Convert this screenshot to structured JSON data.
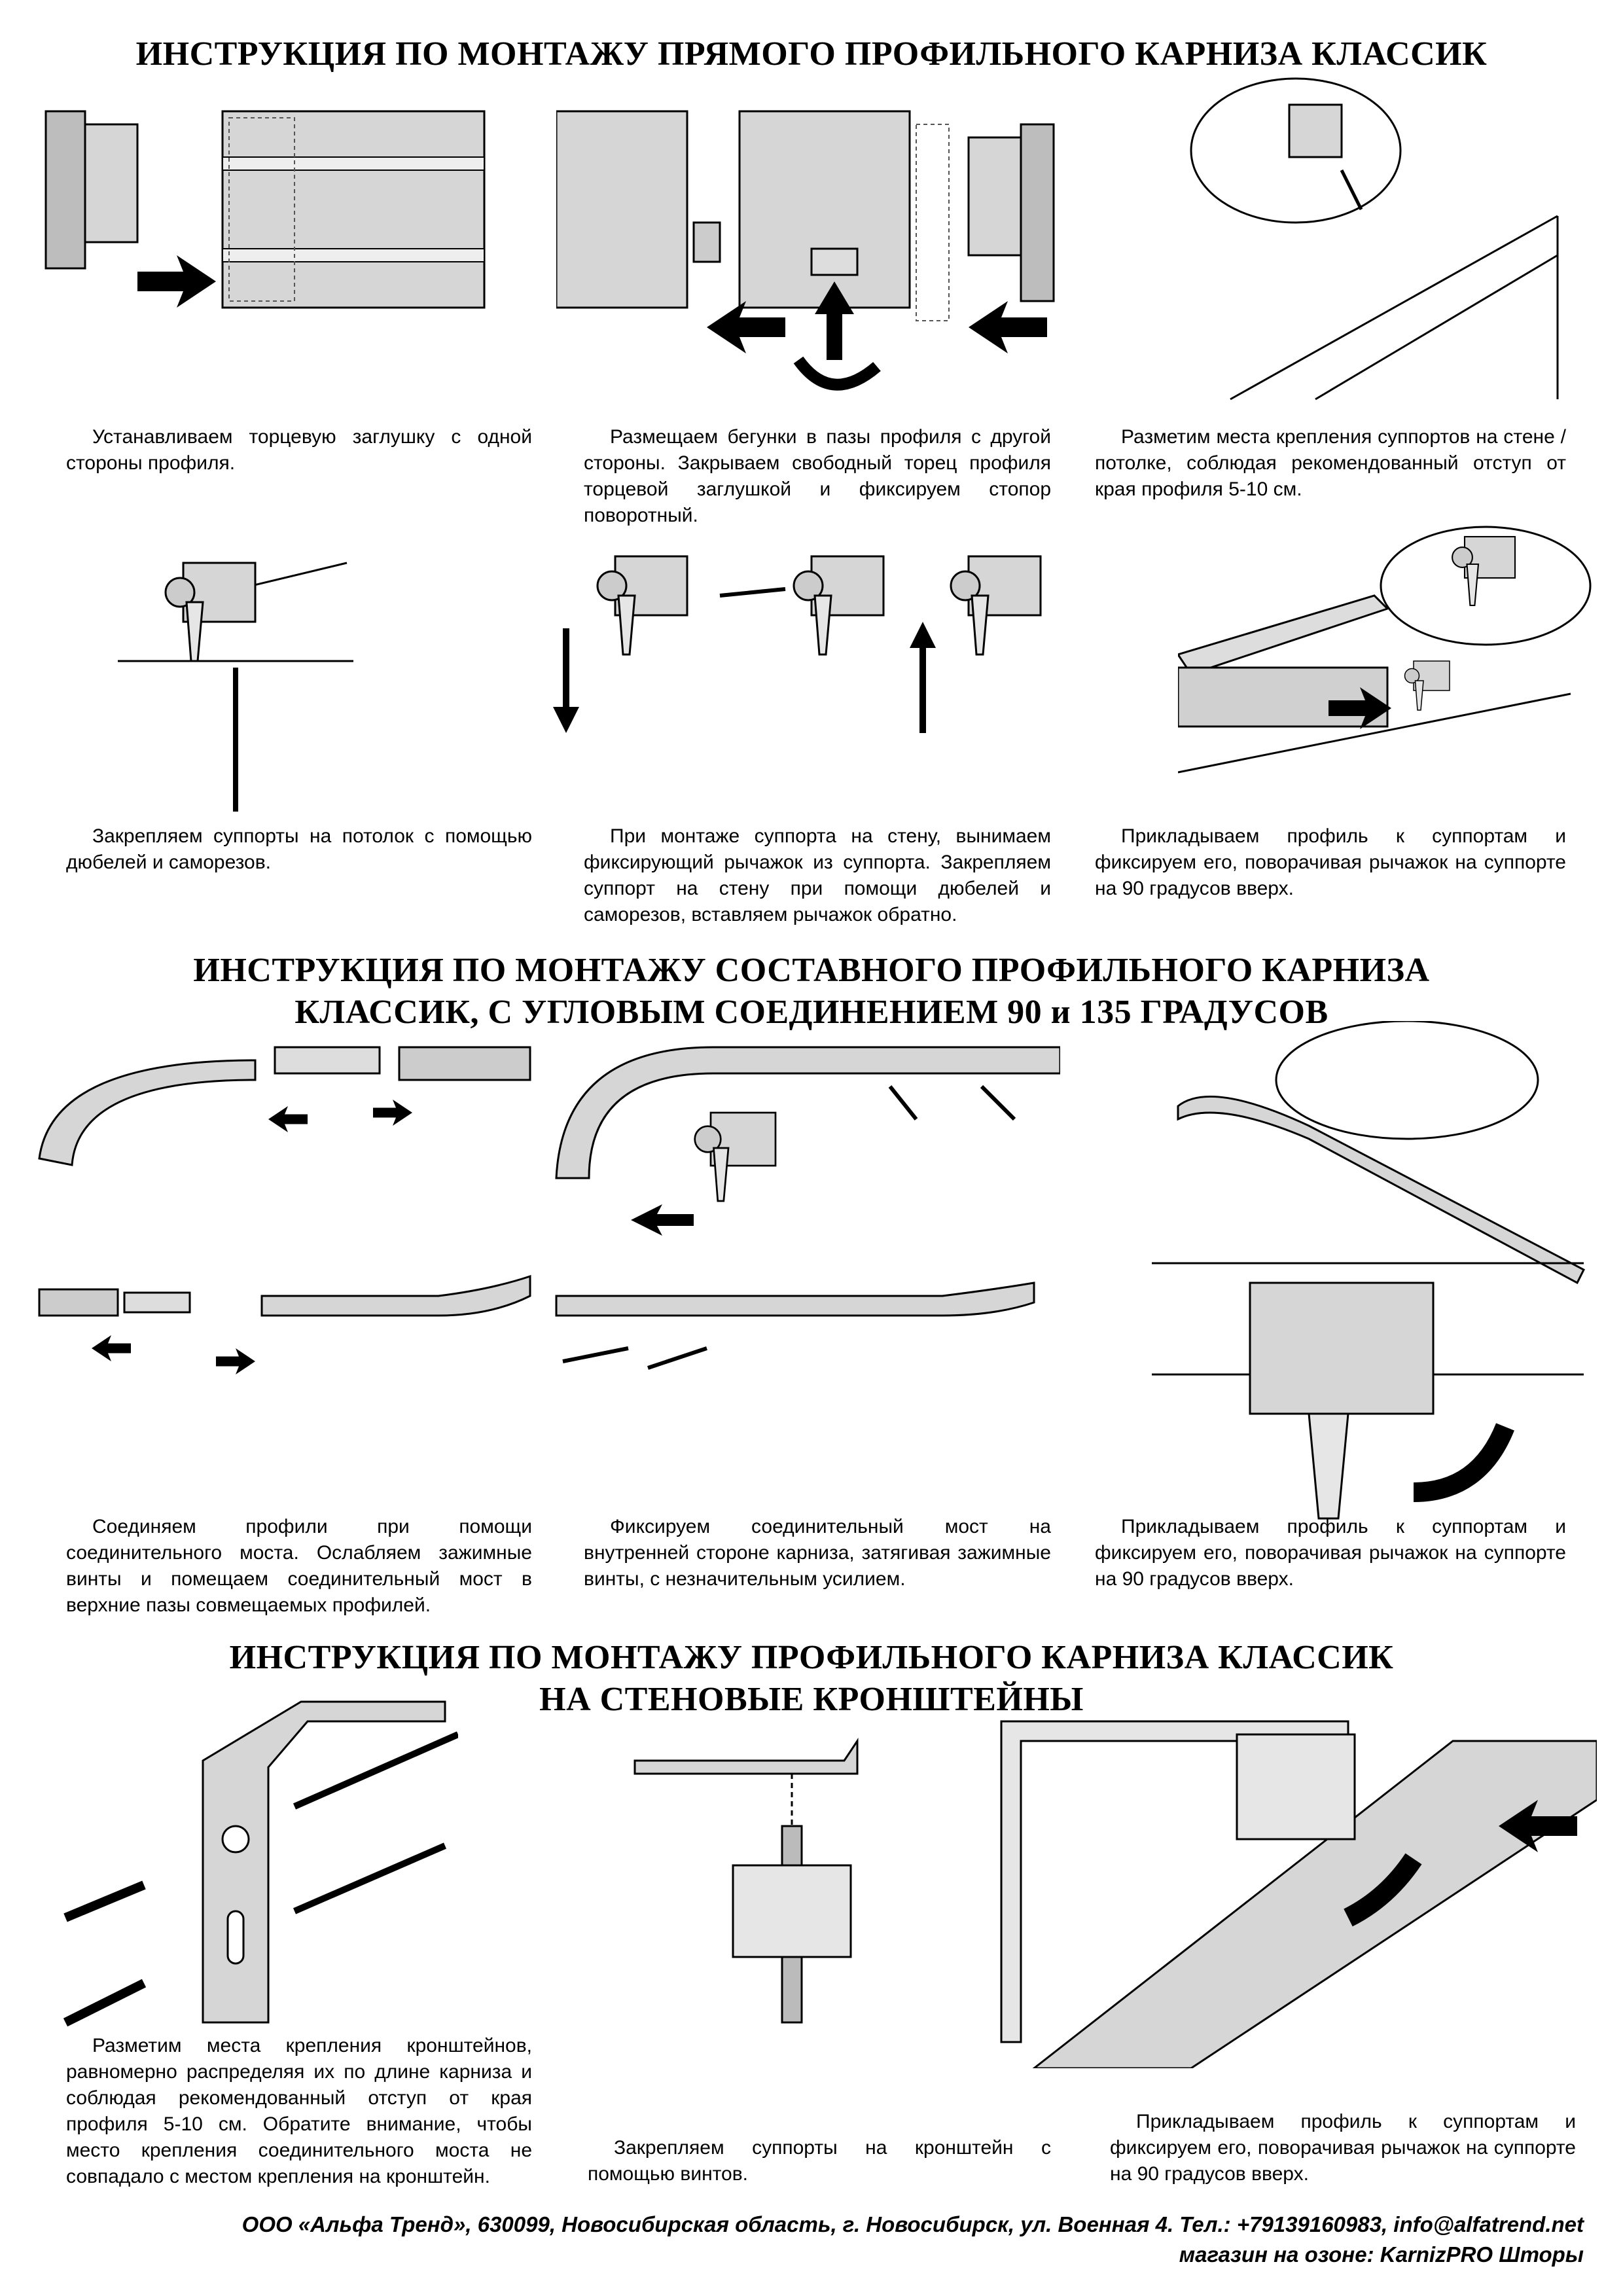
{
  "sections": [
    {
      "title": "ИНСТРУКЦИЯ ПО МОНТАЖУ ПРЯМОГО ПРОФИЛЬНОГО КАРНИЗА КЛАССИК",
      "steps": [
        "Устанавливаем торцевую заглушку с одной стороны профиля.",
        "Размещаем бегунки в пазы профиля с другой стороны. Закрываем свободный торец профиля торцевой заглушкой и фиксируем стопор поворотный.",
        "Разметим места крепления суппортов на стене / потолке, соблюдая рекомендованный отступ от края профиля 5-10 см.",
        "Закрепляем суппорты на потолок с помощью дюбелей и саморезов.",
        "При монтаже суппорта на стену, вынимаем фиксирующий рычажок из суппорта. Закрепляем суппорт на стену при помощи дюбелей и саморезов, вставляем рычажок обратно.",
        "Прикладываем профиль к суппортам и фиксируем его, поворачивая рычажок на суппорте на 90 градусов вверх."
      ]
    },
    {
      "title_line1": "ИНСТРУКЦИЯ ПО МОНТАЖУ СОСТАВНОГО  ПРОФИЛЬНОГО КАРНИЗА",
      "title_line2": "КЛАССИК, С УГЛОВЫМ СОЕДИНЕНИЕМ 90 и 135 ГРАДУСОВ",
      "steps": [
        "Соединяем профили при помощи соединительного моста. Ослабляем зажимные винты и помещаем соединительный мост в верхние пазы совмещаемых профилей.",
        "Фиксируем соединительный мост на внутренней стороне карниза, затягивая зажимные винты, с незначительным усилием.",
        "Прикладываем профиль к суппортам и фиксируем его, поворачивая рычажок на суппорте на 90 градусов вверх."
      ]
    },
    {
      "title_line1": "ИНСТРУКЦИЯ ПО МОНТАЖУ  ПРОФИЛЬНОГО КАРНИЗА КЛАССИК",
      "title_line2": "НА СТЕНОВЫЕ КРОНШТЕЙНЫ",
      "steps": [
        "Разметим места крепления кронштейнов, равномерно распределяя их по длине карниза и соблюдая рекомендованный отступ от края профиля 5-10 см. Обратите внимание, чтобы место крепления соединительного моста не совпадало с местом крепления на кронштейн.",
        "Закрепляем суппорты на кронштейн с помощью винтов.",
        "Прикладываем профиль к суппортам и фиксируем его, поворачивая рычажок на суппорте на 90 градусов вверх."
      ]
    }
  ],
  "footer": {
    "company": "ООО «Альфа Тренд», 630099, Новосибирская область, г. Новосибирск, ул. Военная 4. Тел.: +79139160983, info@alfatrend.net",
    "shop": "магазин на озоне: KarnizPRO Шторы"
  },
  "colors": {
    "ink": "#000000",
    "part_fill": "#d6d6d6",
    "part_dark": "#9a9a9a"
  }
}
